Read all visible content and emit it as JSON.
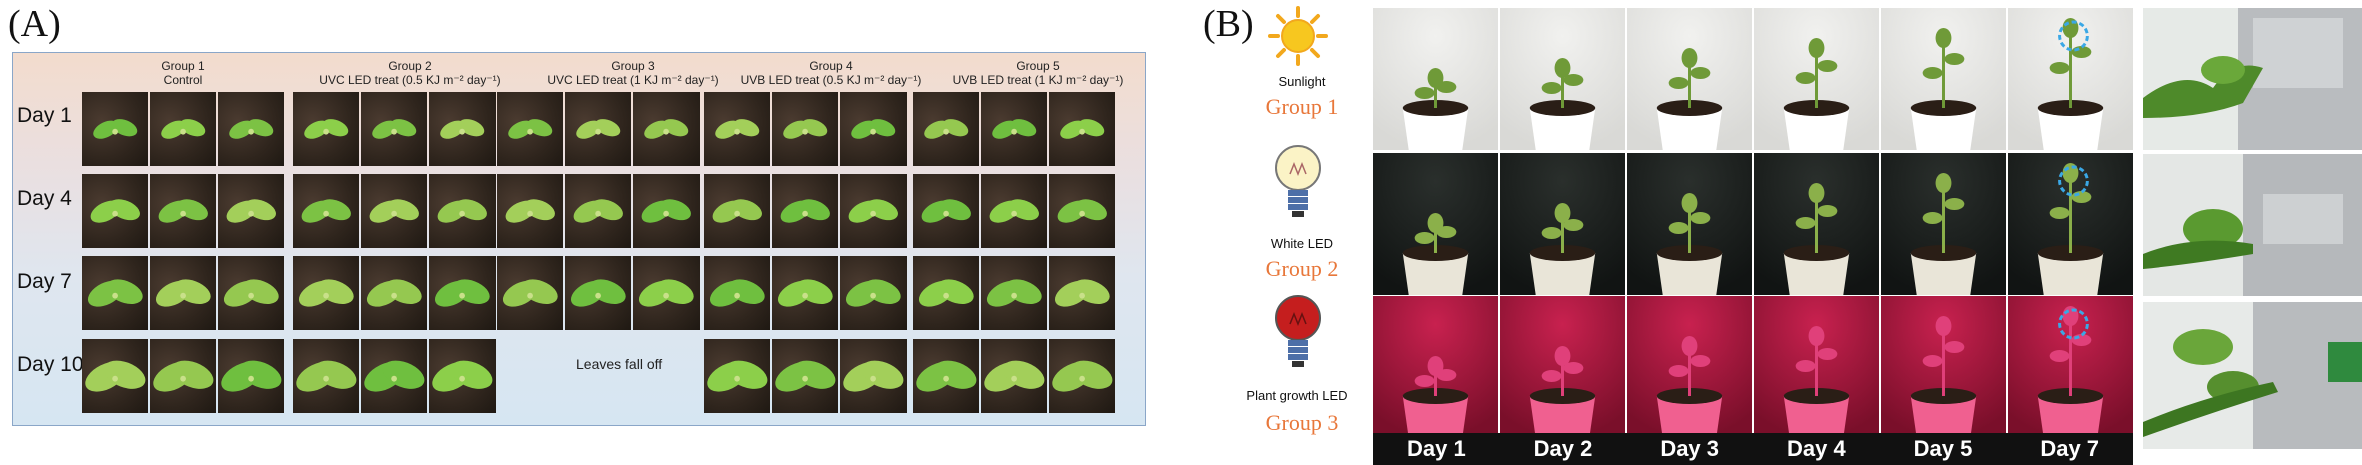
{
  "panel_a": {
    "letter": "(A)",
    "groups": [
      {
        "line1": "Group 1",
        "line2": "Control"
      },
      {
        "line1": "Group 2",
        "line2": "UVC LED treat (0.5 KJ m⁻² day⁻¹)"
      },
      {
        "line1": "Group 3",
        "line2": "UVC LED treat (1 KJ m⁻² day⁻¹)"
      },
      {
        "line1": "Group 4",
        "line2": "UVB LED treat (0.5 KJ m⁻² day⁻¹)"
      },
      {
        "line1": "Group 5",
        "line2": "UVB LED treat (1 KJ m⁻² day⁻¹)"
      }
    ],
    "days": [
      "Day 1",
      "Day 4",
      "Day 7",
      "Day 10"
    ],
    "leaves_fall_off": "Leaves fall off"
  },
  "panel_b": {
    "letter": "(B)",
    "lamps": [
      {
        "label": "Sunlight",
        "group": "Group 1",
        "icon": "sun-icon"
      },
      {
        "label": "White LED",
        "group": "Group 2",
        "icon": "bulb-white-icon"
      },
      {
        "label": "Plant growth LED",
        "group": "Group 3",
        "icon": "bulb-red-icon"
      }
    ],
    "days": [
      "Day 1",
      "Day 2",
      "Day 3",
      "Day 4",
      "Day 5",
      "Day 7"
    ],
    "accent_orange": "#e8773a",
    "circle_color": "#3aa8e6"
  }
}
